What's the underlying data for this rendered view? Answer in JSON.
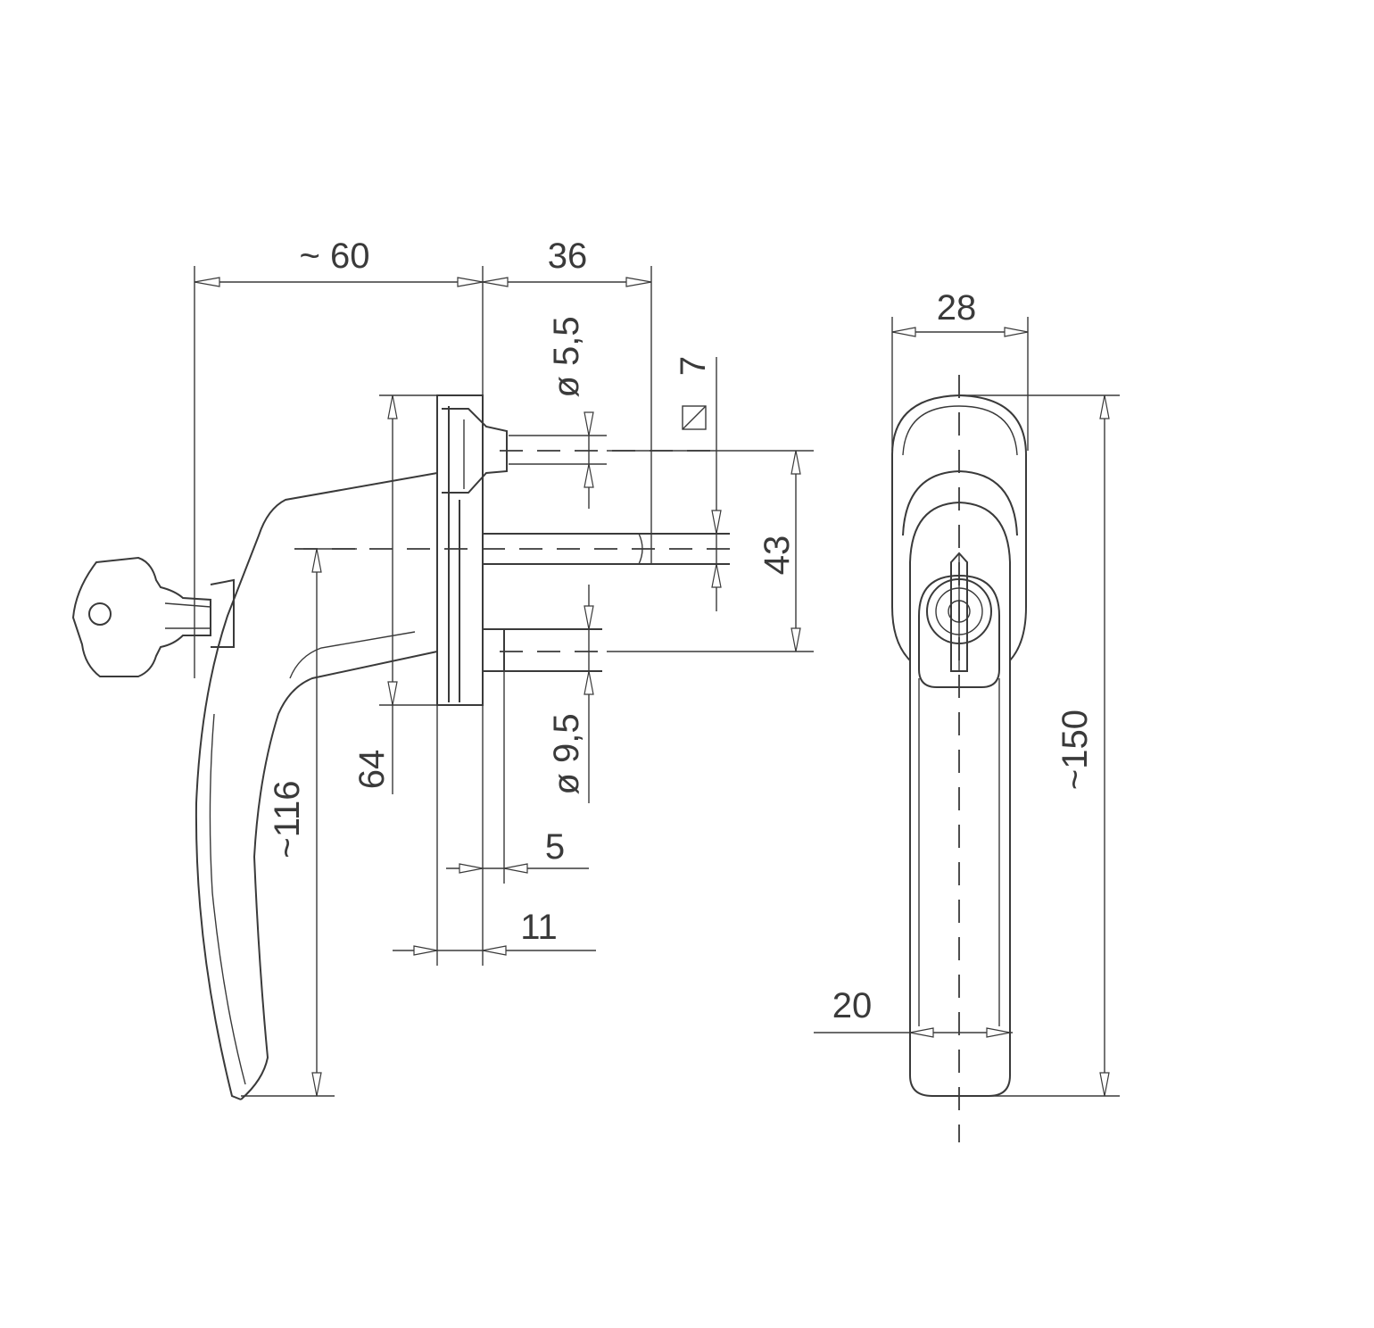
{
  "dimensions": {
    "overall_depth": "~ 60",
    "spindle_length": "36",
    "screw_hole_diameter": "ø 5,5",
    "spindle_square": "7",
    "screw_spacing": "43",
    "rosette_height": "64",
    "handle_height": "~116",
    "boss_diameter": "ø 9,5",
    "boss_length": "5",
    "rosette_thickness": "11",
    "front_width": "28",
    "grip_width": "20",
    "overall_length": "~150"
  },
  "symbols": {
    "square_symbol": "square-section-icon"
  }
}
